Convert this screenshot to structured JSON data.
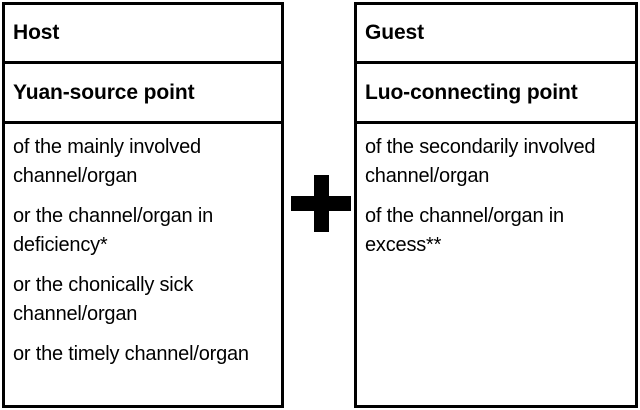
{
  "figure": {
    "type": "two-column-comparison-table",
    "operator_symbol": "+",
    "operator_icon_name": "plus-icon",
    "border_color": "#000000",
    "background_color": "#FFFFFF",
    "text_color": "#000000"
  },
  "host": {
    "title": "Host",
    "subtitle": "Yuan-source point",
    "items": [
      "of the mainly involved channel/organ",
      "or the channel/organ in deficiency*",
      "or the chonically sick channel/organ",
      "or the timely channel/organ"
    ]
  },
  "guest": {
    "title": "Guest",
    "subtitle": "Luo-connecting point",
    "items": [
      "of the secondarily involved channel/organ",
      "of the channel/organ in excess**"
    ]
  }
}
